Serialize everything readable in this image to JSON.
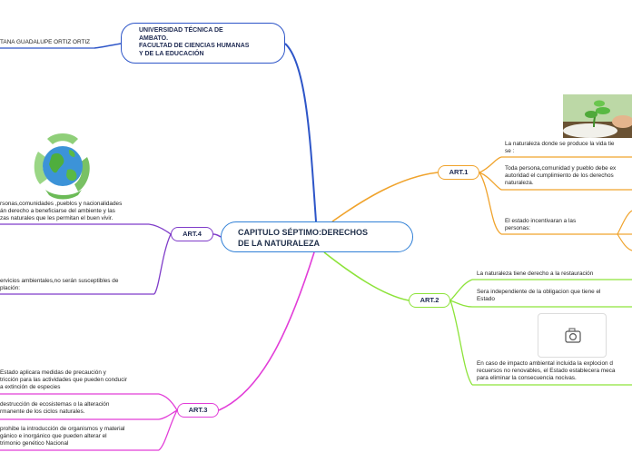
{
  "central": {
    "line1": "CAPITULO SÉPTIMO:DERECHOS",
    "line2": "DE LA NATURALEZA"
  },
  "university": {
    "line1": "UNIVERSIDAD TÉCNICA DE",
    "line2": "AMBATO.",
    "line3": "FACULTAD DE CIENCIAS HUMANAS",
    "line4": "Y DE LA EDUCACIÓN"
  },
  "author": "TANA GUADALUPE ORTIZ ORTIZ",
  "art1": {
    "label": "ART.1",
    "item1": {
      "l1": "La naturaleza donde se produce la vida tie",
      "l2": "se :"
    },
    "item2": {
      "l1": "Toda persona,comunidad y pueblo debe ex",
      "l2": "autoridad el cumplimiento de los derechos",
      "l3": "naturaleza."
    },
    "item3": {
      "l1": "El estado incentivaran a las",
      "l2": "personas:"
    }
  },
  "art2": {
    "label": "ART.2",
    "item1": "La naturaleza tiene derecho a la restauración",
    "item2": {
      "l1": "Sera independiente de la obligacion que tiene el",
      "l2": "Estado"
    },
    "item3": {
      "l1": "En caso de impacto ambiental incluida la explocion d",
      "l2": "recuersos no renovables, el Estado establecera meca",
      "l3": "para eliminar la consecuencia nocivas."
    }
  },
  "art3": {
    "label": "ART.3",
    "item1": {
      "l1": "Estado aplicara medidas de precaución y",
      "l2": "tricción para las actividades que pueden  conducir",
      "l3": "a extinción de especies"
    },
    "item2": {
      "l1": "destrucción de ecosistemas o la alteración",
      "l2": "rmanente de los ciclos naturales."
    },
    "item3": {
      "l1": "prohibe la introducción de organismos y material",
      "l2": "gánico  e inorgánico que pueden alterar el",
      "l3": "trimonio genético Nacional"
    }
  },
  "art4": {
    "label": "ART.4",
    "item1": {
      "l1": "rsonas,comunidades ,pueblos y nacionalidades",
      "l2": "án derecho a beneficiarse del ambiente y las",
      "l3": "zas naturales que les permitan el buen vivir."
    },
    "item2": {
      "l1": "ervicios ambientales,no serán susceptibles de",
      "l2": "plación:"
    }
  },
  "colors": {
    "central_border": "#2f7fd6",
    "art1": "#f0a32c",
    "art2": "#8de33a",
    "art3": "#e23dd8",
    "art4": "#7f3cc9",
    "top_branch": "#2d55c8"
  },
  "icons": {
    "photo": "plant-photo-image",
    "globe": "recycling-globe-image",
    "placeholder": "camera-icon"
  }
}
